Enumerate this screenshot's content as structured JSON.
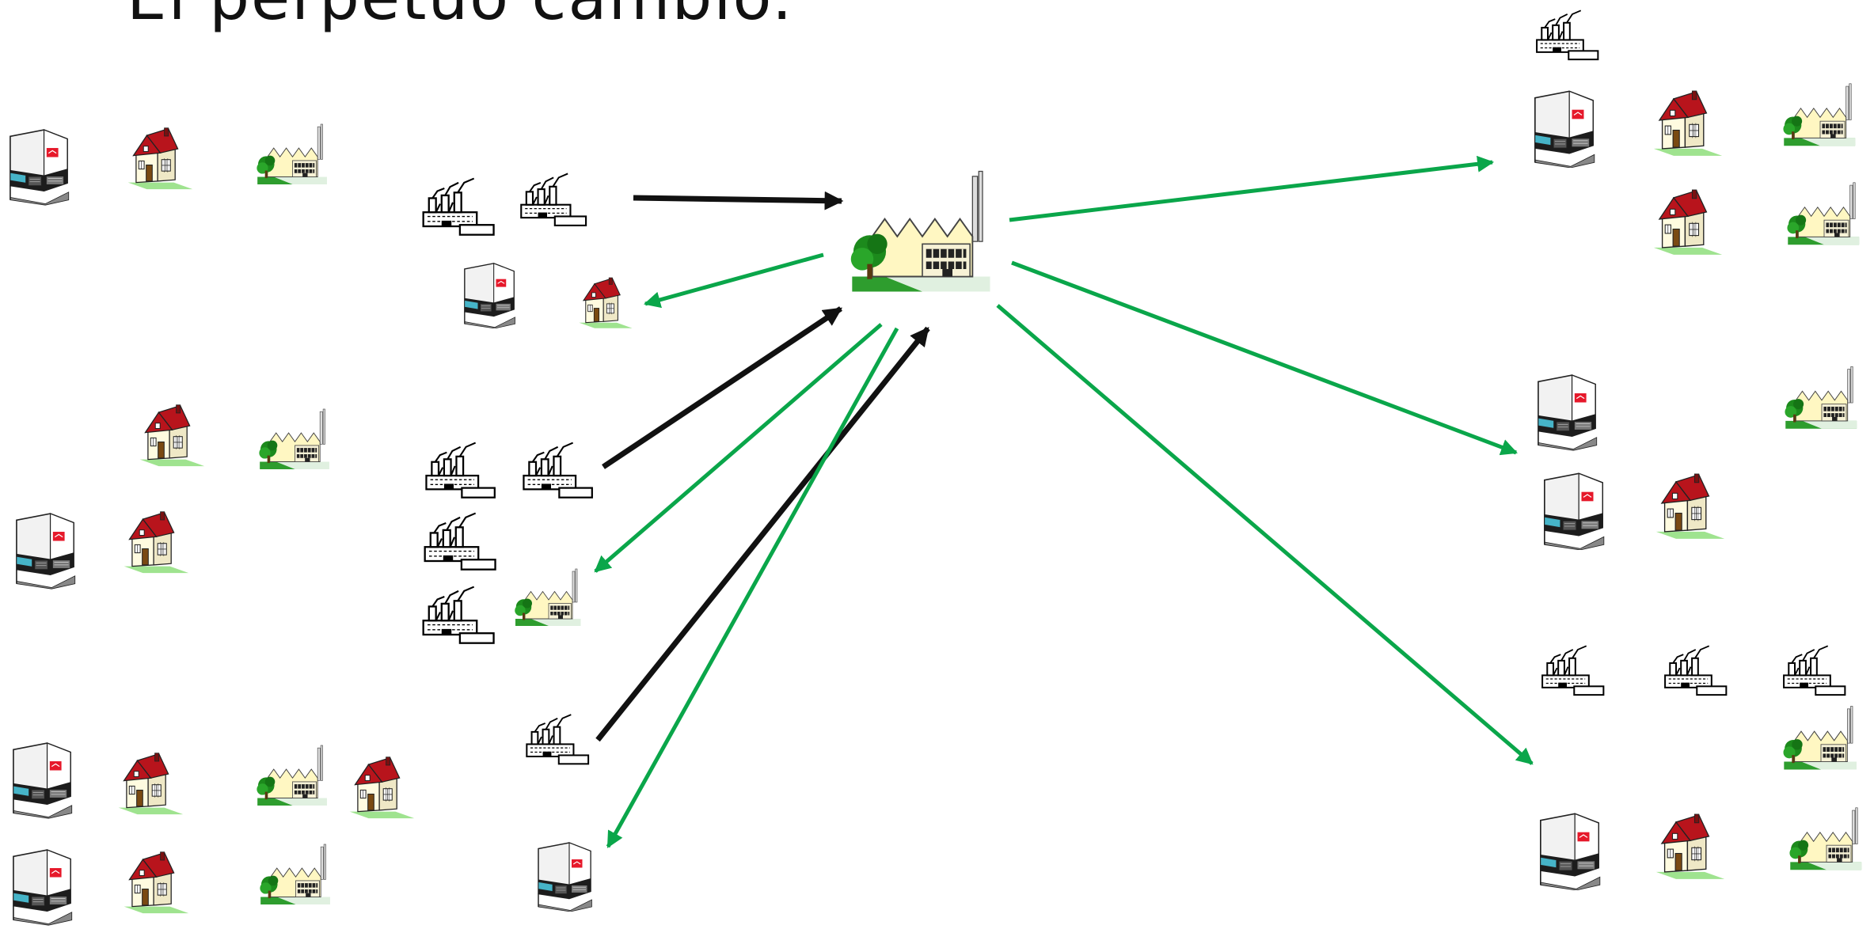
{
  "slide": {
    "title": "El perpetuo cambio."
  },
  "colors": {
    "black_arrow": "#111111",
    "green_arrow": "#0aa64a",
    "house_roof": "#b8141c",
    "house_wall": "#fffbe0",
    "lawn": "#9fe38f",
    "factory_wall": "#fff7c2",
    "tree": "#1c8a1c",
    "warehouse_body": "#f2f2f2",
    "warehouse_accent": "#46b4c8",
    "logo_red": "#e6182a"
  },
  "icons": {
    "house": "house-icon",
    "plant": "plant-with-tree-icon",
    "warehouse": "warehouse-icon",
    "industrial": "industrial-factory-icon",
    "main_plant": "main-plant-icon"
  },
  "arrows": {
    "black": "black-arrow",
    "green": "green-arrow"
  }
}
